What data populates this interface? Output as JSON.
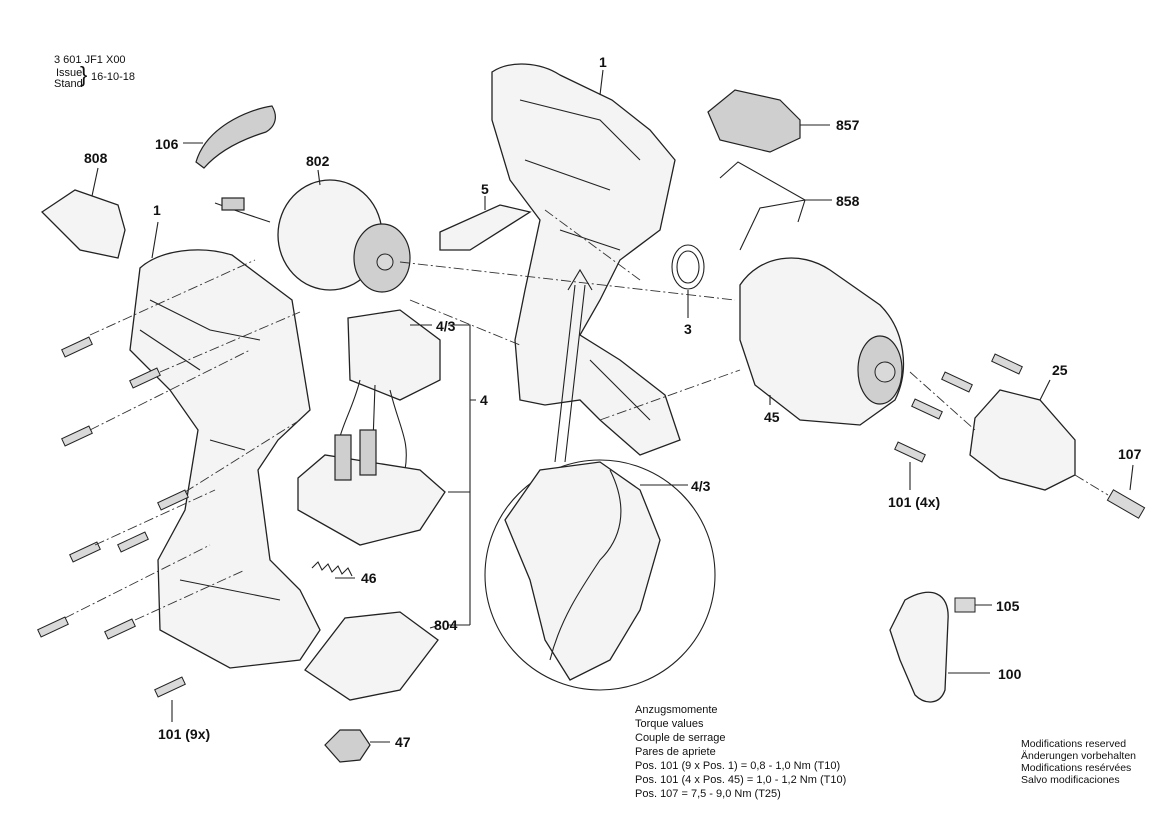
{
  "header": {
    "doc_number": "3 601 JF1 X00",
    "issue_label": "Issue",
    "stand_label": "Stand",
    "date": "16-10-18"
  },
  "callouts": {
    "c808": "808",
    "c106": "106",
    "c802": "802",
    "c1_left": "1",
    "c1_top": "1",
    "c5": "5",
    "c857": "857",
    "c858": "858",
    "c3": "3",
    "c43_upper": "4/3",
    "c4": "4",
    "c43_detail": "4/3",
    "c46": "46",
    "c804": "804",
    "c45": "45",
    "c25": "25",
    "c107": "107",
    "c101_4x": "101 (4x)",
    "c105": "105",
    "c100": "100",
    "c101_9x": "101 (9x)",
    "c47": "47"
  },
  "torque": {
    "lines": [
      "Anzugsmomente",
      "Torque values",
      "Couple de serrage",
      "Pares de apriete",
      "Pos. 101 (9 x Pos. 1)    = 0,8 - 1,0 Nm (T10)",
      "Pos. 101 (4 x Pos. 45) = 1,0 - 1,2 Nm (T10)",
      "Pos. 107  =   7,5 - 9,0 Nm (T25)"
    ]
  },
  "modifications": {
    "lines": [
      "Modifications reserved",
      "Änderungen vorbehalten",
      "Modifications resérvées",
      "Salvo modificaciones"
    ]
  },
  "colors": {
    "ink": "#222222",
    "paper": "#ffffff"
  }
}
